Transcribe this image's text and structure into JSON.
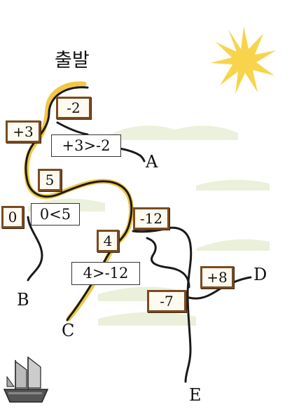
{
  "start_label": "출발",
  "ends": {
    "a": "A",
    "b": "B",
    "c": "C",
    "d": "D",
    "e": "E"
  },
  "signs": {
    "s1": "-2",
    "s2": "+3",
    "s3": "5",
    "s4": "0",
    "s5": "-12",
    "s6": "4",
    "s7": "+8",
    "s8": "-7"
  },
  "comparisons": {
    "c1": "+3>-2",
    "c2": "0<5",
    "c3": "4>-12"
  },
  "colors": {
    "path": "#1a1a1a",
    "highlight": "#f2c744",
    "sign_border": "#7a4b22",
    "sun": "#f7d44c",
    "hills": "#e8edd5"
  },
  "icons": {
    "sun": "sun-icon",
    "ship": "ship-icon"
  }
}
